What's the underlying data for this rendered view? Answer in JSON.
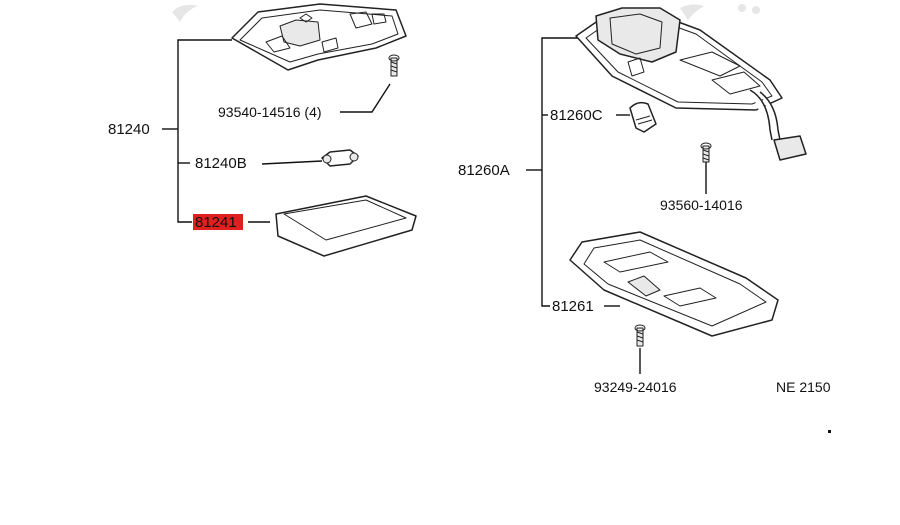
{
  "diagram": {
    "left_assembly": {
      "assembly_number": "81240",
      "bulb_part": "81240B",
      "lens_part": "81241",
      "screw_part": "93540-14516 (4)"
    },
    "right_assembly": {
      "assembly_number": "81260A",
      "bulb_part": "81260C",
      "screw_part": "93560-14016",
      "lens_part": "81261",
      "lower_screw_part": "93249-24016"
    },
    "diagram_code": "NE 2150",
    "highlight_color": "#e01f1f"
  }
}
